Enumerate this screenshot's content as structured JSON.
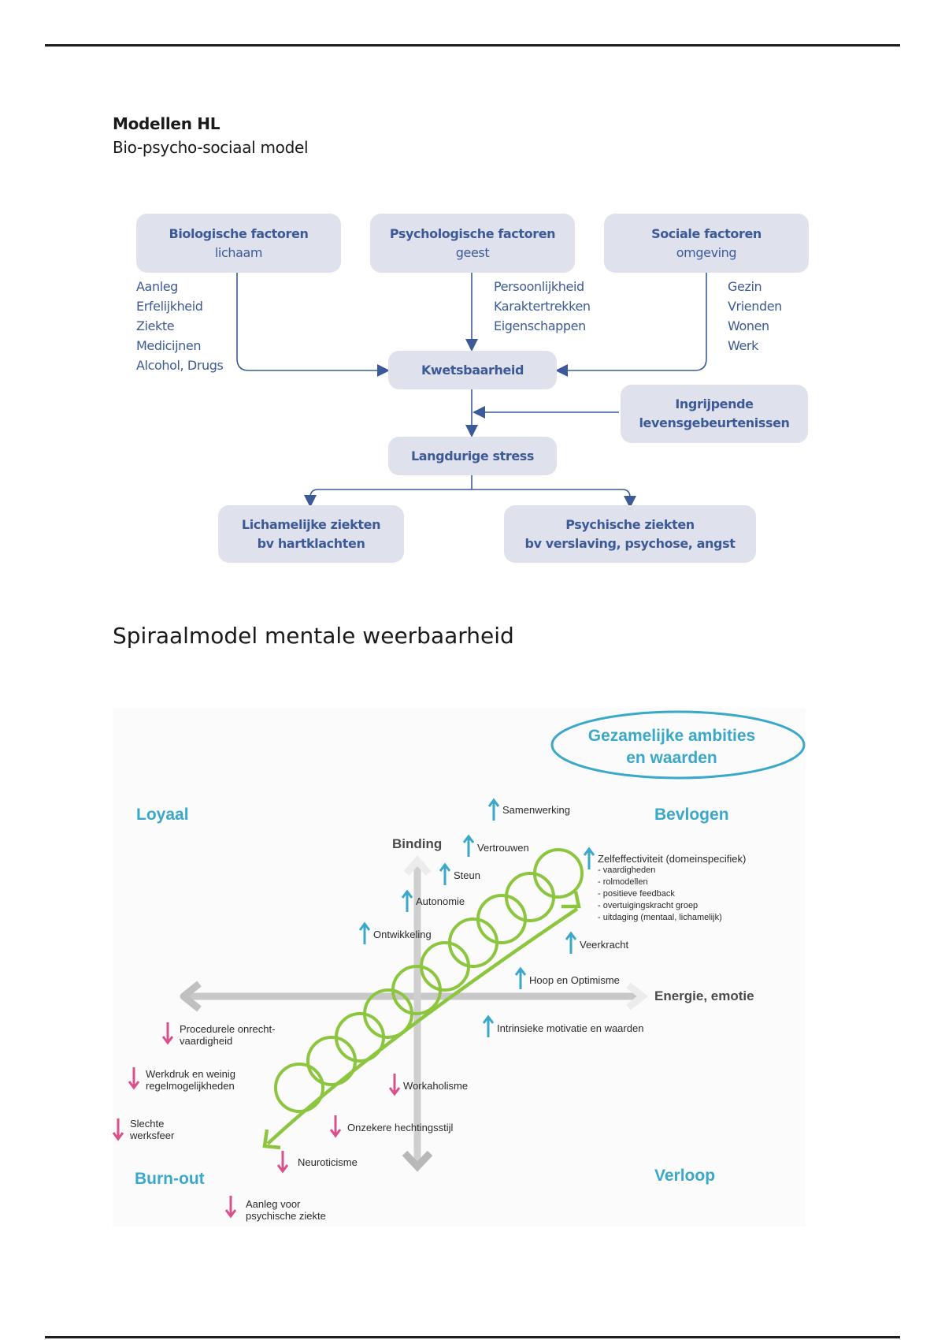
{
  "document": {
    "title": "Modellen HL",
    "subtitle": "Bio-psycho-sociaal model",
    "section_heading": "Spiraalmodel mentale weerbaarheid"
  },
  "bps_model": {
    "colors": {
      "box_fill": "#dfe2ec",
      "text": "#3d5a98",
      "line": "#3d5a98"
    },
    "factors": [
      {
        "title": "Biologische factoren",
        "sub": "lichaam",
        "items": [
          "Aanleg",
          "Erfelijkheid",
          "Ziekte",
          "Medicijnen",
          "Alcohol, Drugs"
        ]
      },
      {
        "title": "Psychologische factoren",
        "sub": "geest",
        "items": [
          "Persoonlijkheid",
          "Karaktertrekken",
          "Eigenschappen"
        ]
      },
      {
        "title": "Sociale factoren",
        "sub": "omgeving",
        "items": [
          "Gezin",
          "Vrienden",
          "Wonen",
          "Werk"
        ]
      }
    ],
    "kwetsbaarheid": "Kwetsbaarheid",
    "life_events": {
      "line1": "Ingrijpende",
      "line2": "levensgebeurtenissen"
    },
    "stress": "Langdurige stress",
    "outcomes": [
      {
        "title": "Lichamelijke ziekten",
        "sub": "bv hartklachten"
      },
      {
        "title": "Psychische ziekten",
        "sub": "bv verslaving, psychose, angst"
      }
    ]
  },
  "spiral_model": {
    "colors": {
      "accent": "#3aa8c9",
      "up_arrow": "#3aa8c9",
      "down_arrow": "#d9508a",
      "spiral": "#8cc63f",
      "axis": "#c8c8c8"
    },
    "ellipse": {
      "line1": "Gezamelijke ambities",
      "line2": "en waarden"
    },
    "quadrants": {
      "top_left": "Loyaal",
      "top_right": "Bevlogen",
      "bottom_left": "Burn-out",
      "bottom_right": "Verloop"
    },
    "axes": {
      "vertical": "Binding",
      "horizontal": "Energie, emotie"
    },
    "positive_factors": [
      {
        "label": "Samenwerking"
      },
      {
        "label": "Vertrouwen"
      },
      {
        "label": "Steun"
      },
      {
        "label": "Autonomie"
      },
      {
        "label": "Ontwikkeling"
      },
      {
        "label": "Zelfeffectiviteit (domeinspecifiek)",
        "details": [
          "- vaardigheden",
          "- rolmodellen",
          "- positieve feedback",
          "- overtuigingskracht groep",
          "- uitdaging (mentaal, lichamelijk)"
        ]
      },
      {
        "label": "Veerkracht"
      },
      {
        "label": "Hoop en Optimisme"
      },
      {
        "label": "Intrinsieke motivatie en waarden"
      }
    ],
    "negative_factors": [
      {
        "line1": "Procedurele onrecht-",
        "line2": "vaardigheid"
      },
      {
        "line1": "Werkdruk en weinig",
        "line2": "regelmogelijkheden"
      },
      {
        "line1": "Slechte",
        "line2": "werksfeer"
      },
      {
        "line1": "Workaholisme",
        "line2": ""
      },
      {
        "line1": "Onzekere hechtingsstijl",
        "line2": ""
      },
      {
        "line1": "Neuroticisme",
        "line2": ""
      },
      {
        "line1": "Aanleg voor",
        "line2": "psychische ziekte"
      }
    ]
  }
}
